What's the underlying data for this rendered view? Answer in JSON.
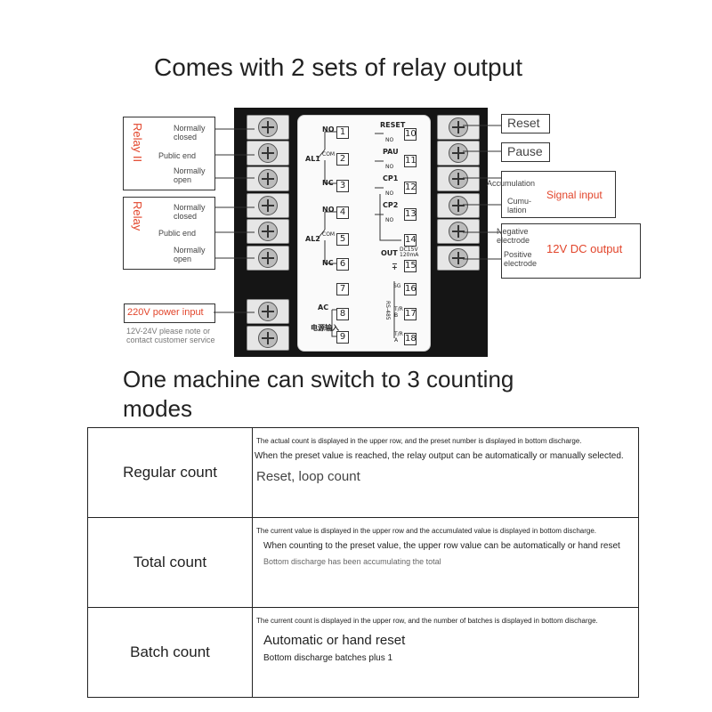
{
  "title": "Comes with 2 sets of relay output",
  "left_labels": {
    "relay2": "Relay II",
    "relay1": "Relay",
    "group1": [
      "Normally closed",
      "Public end",
      "Normally open"
    ],
    "group2": [
      "Normally closed",
      "Public end",
      "Normally open"
    ],
    "power_input": "220V power input",
    "power_note": "12V-24V please note or contact customer service"
  },
  "right_labels": {
    "reset": "Reset",
    "pause": "Pause",
    "accumulation": "Accumulation",
    "cumulation": "Cumu- lation",
    "signal_input": "Signal input",
    "negative": "Negative electrode",
    "positive": "Positive electrode",
    "dc_output": "12V DC output"
  },
  "panel": {
    "pins_left": [
      "1",
      "2",
      "3",
      "4",
      "5",
      "6",
      "7",
      "8",
      "9"
    ],
    "pins_right": [
      "10",
      "11",
      "12",
      "13",
      "14",
      "15",
      "16",
      "17",
      "18"
    ],
    "no": "NO",
    "com": "COM",
    "nc": "NC",
    "al1": "AL1",
    "al2": "AL2",
    "reset": "RESET",
    "pau": "PAU",
    "cp1": "CP1",
    "cp2": "CP2",
    "out": "OUT",
    "out_spec": "DC15V 120mA",
    "ac": "AC",
    "power_cn": "电源输入",
    "rs485": "RS-485",
    "sg": "SG",
    "tr_b": "T/R B",
    "tr_a": "T/R A",
    "minus": "−",
    "plus": "+"
  },
  "heading2": "One machine can switch to 3 counting modes",
  "modes": [
    {
      "name": "Regular count",
      "line1": "The actual count is displayed in the upper row, and the preset number is displayed in bottom discharge.",
      "line2": "When the preset value is reached, the relay output can be automatically or manually selected.",
      "line3": "Reset, loop count"
    },
    {
      "name": "Total count",
      "line1": "The current value is displayed in the upper row and the accumulated value is displayed in bottom discharge.",
      "line2": "When counting to the preset value, the upper row value can be automatically or hand reset",
      "line3": "Bottom discharge has been accumulating the total"
    },
    {
      "name": "Batch count",
      "line1": "The current count is displayed in the upper row, and the number of batches is displayed in bottom discharge.",
      "line2": "Automatic or hand reset",
      "line3": "Bottom discharge batches plus 1"
    }
  ],
  "colors": {
    "accent": "#e2452b",
    "block": "#151515"
  }
}
